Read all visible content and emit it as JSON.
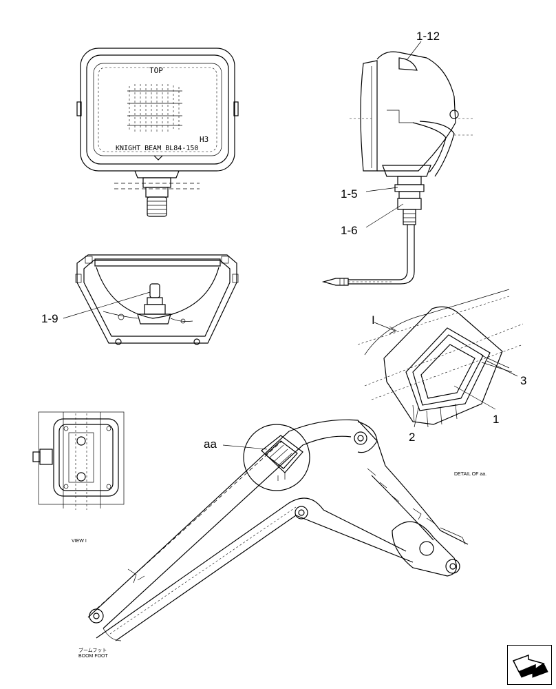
{
  "lamp_face": {
    "top_label": "TOP",
    "bulb_label": "H3",
    "brand_label": "KNIGHT BEAM BL84-150"
  },
  "callouts": {
    "c1_12": "1-12",
    "c1_5": "1-5",
    "c1_6": "1-6",
    "c1_9": "1-9",
    "view_arrow": "I",
    "c3": "3",
    "c1": "1",
    "c2": "2",
    "aa": "aa"
  },
  "captions": {
    "detail": "DETAIL OF aa.",
    "view": "VIEW I",
    "boom_foot_jp": "ブームフット",
    "boom_foot_en": "BOOM FOOT"
  },
  "nav": {
    "icon": "next-page-arrow-icon"
  }
}
